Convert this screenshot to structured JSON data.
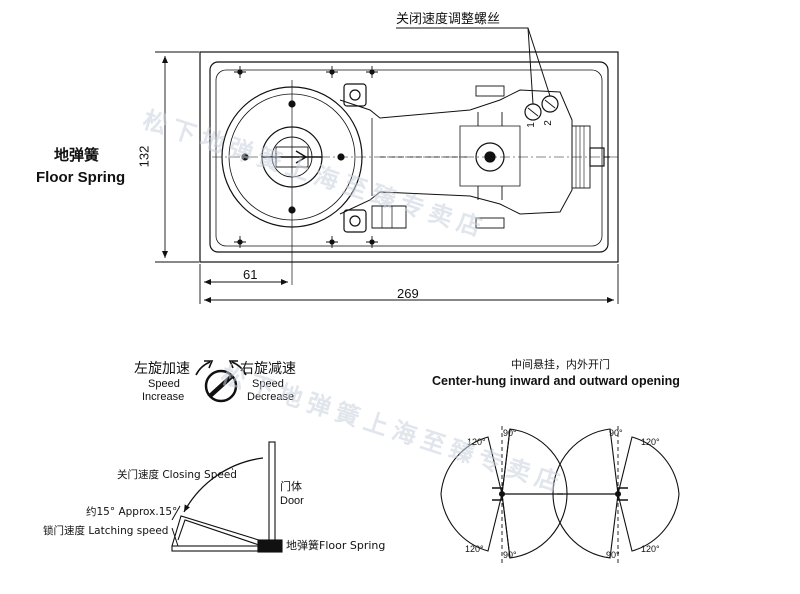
{
  "top_view": {
    "screw_callout": "关闭速度调整螺丝",
    "screw_1": "1",
    "screw_2": "2",
    "product_cn": "地弹簧",
    "product_en": "Floor Spring",
    "dim_height": "132",
    "dim_offset": "61",
    "dim_length": "269"
  },
  "speed_legend": {
    "left_cn": "左旋加速",
    "left_en_1": "Speed",
    "left_en_2": "Increase",
    "right_cn": "右旋减速",
    "right_en_1": "Speed",
    "right_en_2": "Decrease"
  },
  "closing_diagram": {
    "closing_speed": "关门速度 Closing Speed",
    "door_cn": "门体",
    "door_en": "Door",
    "approx": "约15°  Approx.15°",
    "latching": "锁门速度  Latching speed",
    "floor_spring": "地弹簧Floor Spring"
  },
  "opening_diagram": {
    "title_cn": "中间悬挂，内外开门",
    "title_en": "Center-hung inward and outward opening",
    "angle_90": "90°",
    "angle_120": "120°"
  },
  "watermark": {
    "line_1": "松下地弹簧上海至臻专卖店",
    "line_2": "松下地弹簧上海至臻专卖店"
  }
}
